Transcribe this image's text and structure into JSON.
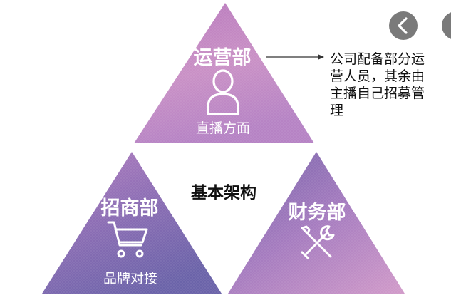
{
  "center_label": "基本架构",
  "triangles": {
    "top": {
      "title": "运营部",
      "subtitle": "直播方面",
      "icon": "person-icon"
    },
    "left": {
      "title": "招商部",
      "subtitle": "品牌对接",
      "icon": "shopping-cart-icon"
    },
    "right": {
      "title": "财务部",
      "icon": "wrench-screwdriver-icon"
    }
  },
  "annotation": {
    "lines": [
      "公司配备部分运",
      "营人员，其余由",
      "主播自己招募管",
      "理"
    ]
  },
  "nav": {
    "prev_icon": "chevron-left-icon"
  },
  "colors": {
    "purple_light": "#c98cc2",
    "purple_mid": "#a274b8",
    "purple_dark": "#6d62a8",
    "nav_bg": "#7a7a7a"
  }
}
